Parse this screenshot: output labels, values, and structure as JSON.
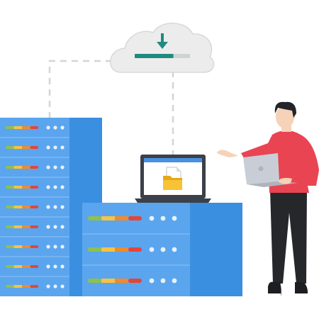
{
  "scene": {
    "background": "#ffffff",
    "cloud": {
      "fill": "#ececec",
      "stroke": "#d8d8d8",
      "download_progress": 0.7,
      "progress_color": "#1e8b80",
      "track_color": "#cfd3d3",
      "icon": "download-arrow-icon"
    },
    "connectors": {
      "color": "#d5d5d5"
    },
    "server_tall": {
      "unit_count": 9,
      "front_color": "#5aa5ee",
      "side_color": "#3a8fe0",
      "icon": "server-rack-icon"
    },
    "server_short": {
      "unit_count": 3,
      "front_color": "#5aa5ee",
      "side_color": "#3a8fe0",
      "icon": "server-rack-icon"
    },
    "status_colors": [
      "#8fc14a",
      "#f6c342",
      "#f08a2c",
      "#e3453a"
    ],
    "led_color": "#e8f1fb",
    "monitor": {
      "frame_color": "#3b4049",
      "screen_color": "#ffffff",
      "window_bar": "#4a90e2",
      "icon": "folder-icon",
      "file_icon": "document-icon"
    },
    "person": {
      "shirt_color": "#e94452",
      "pants_color": "#26272b",
      "skin_color": "#f6d2b8",
      "hair_color": "#23242a",
      "laptop_color": "#c9ced6",
      "icon": "apple-logo-icon"
    }
  }
}
